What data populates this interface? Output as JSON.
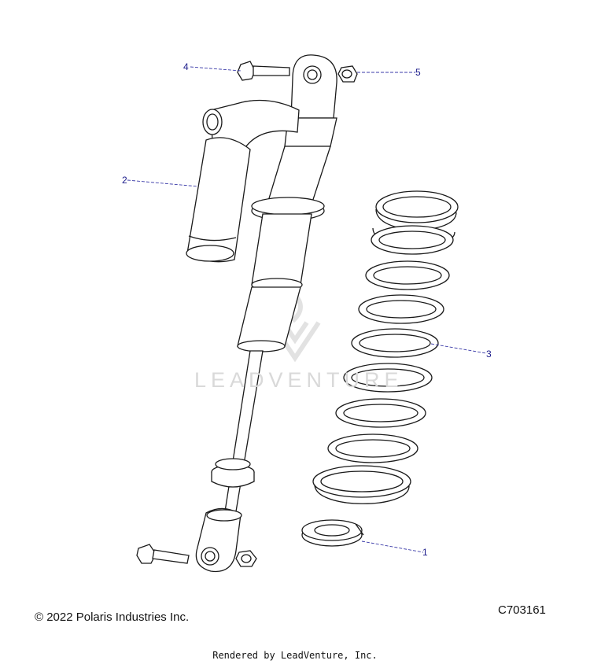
{
  "callouts": {
    "c1": "1",
    "c2": "2",
    "c3": "3",
    "c4": "4",
    "c5": "5"
  },
  "footer": {
    "copyright": "© 2022 Polaris Industries Inc.",
    "figure_code": "C703161",
    "rendered_by": "Rendered by LeadVenture, Inc."
  },
  "watermark": {
    "text": "LEADVENTURE"
  },
  "colors": {
    "line": "#1a1a1a",
    "callout": "#1a1a8a",
    "part_fill": "#ffffff"
  }
}
